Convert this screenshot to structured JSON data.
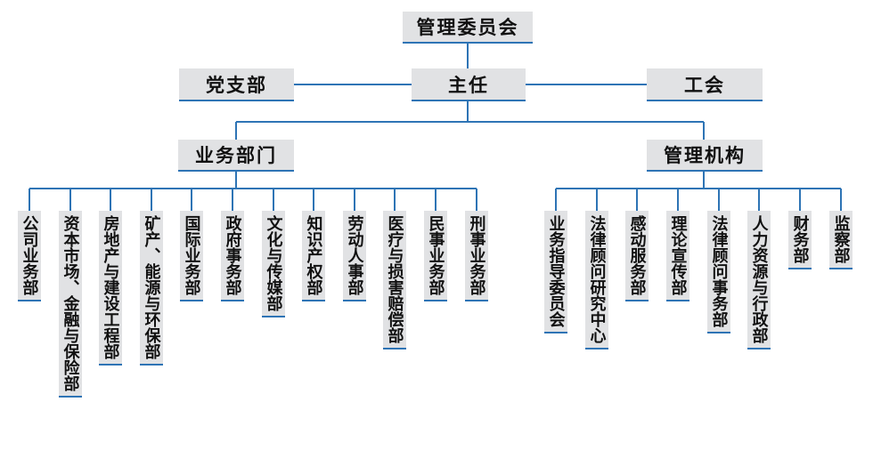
{
  "top": {
    "committee": "管理委员会",
    "party_branch": "党支部",
    "director": "主任",
    "union": "工会"
  },
  "branches": {
    "business": "业务部门",
    "management": "管理机构"
  },
  "business_departments": [
    "公司业务部",
    "资本市场、金融与保险部",
    "房地产与建设工程部",
    "矿产、能源与环保部",
    "国际业务部",
    "政府事务部",
    "文化与传媒部",
    "知识产权部",
    "劳动人事部",
    "医疗与损害赔偿部",
    "民事业务部",
    "刑事业务部"
  ],
  "management_departments": [
    "业务指导委员会",
    "法律顾问研究中心",
    "感动服务部",
    "理论宣传部",
    "法律顾问事务部",
    "人力资源与行政部",
    "财务部",
    "监察部"
  ],
  "colors": {
    "line": "#2e74b5",
    "box": "#e1e2e4",
    "text": "#111111"
  }
}
